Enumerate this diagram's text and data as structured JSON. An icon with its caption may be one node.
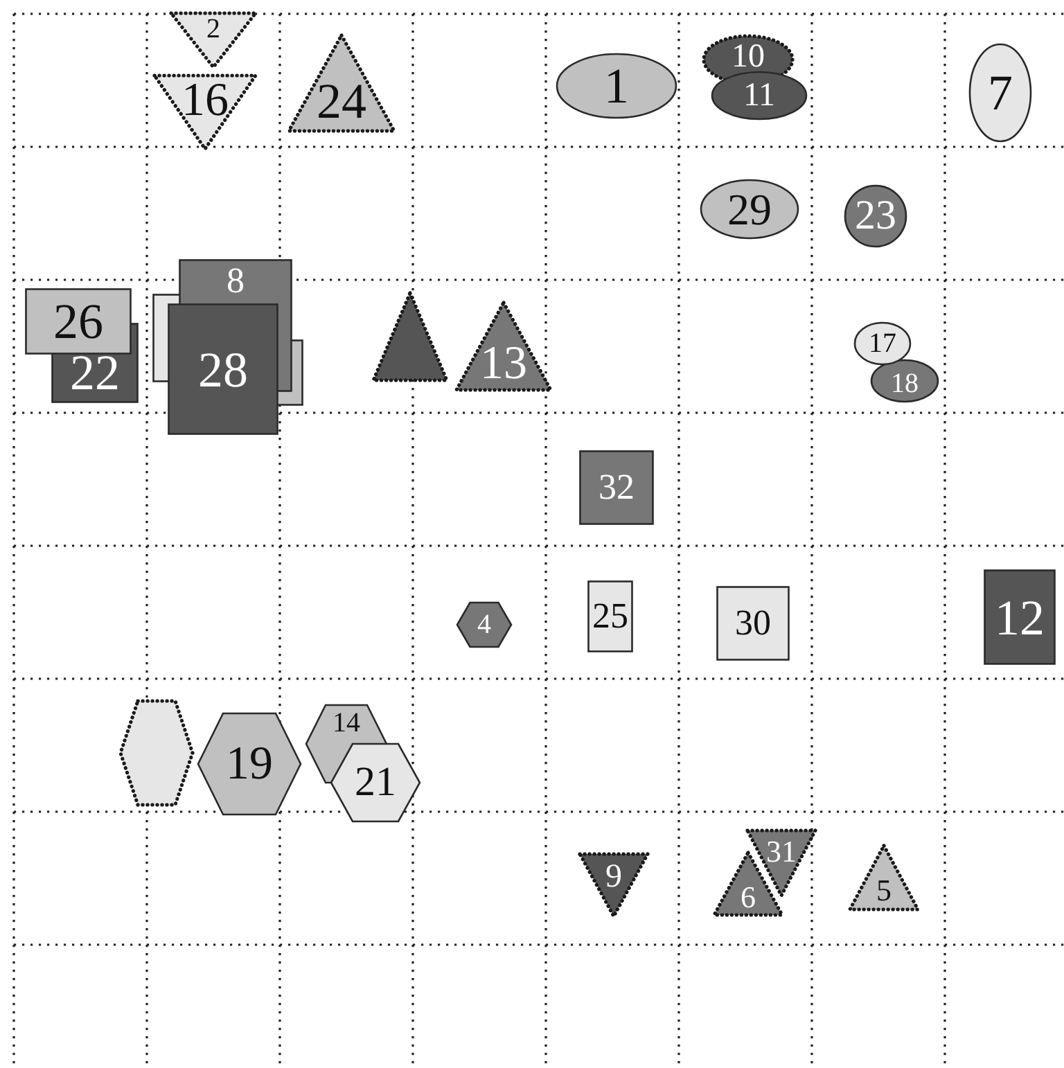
{
  "diagram": {
    "nodes": [
      {
        "text": [
          "2"
        ]
      },
      {
        "text": [
          "16"
        ]
      },
      {
        "text": [
          "24"
        ]
      },
      {
        "text": [
          "1"
        ]
      },
      {
        "text": [
          "10"
        ]
      },
      {
        "text": [
          "11"
        ]
      },
      {
        "text": [
          "7"
        ]
      },
      {
        "text": [
          "29"
        ]
      },
      {
        "text": [
          "23"
        ]
      },
      {
        "text": [
          "26"
        ]
      },
      {
        "text": [
          "22"
        ]
      },
      {
        "text": [],
        "shape": "box"
      },
      {
        "text": [
          "8"
        ]
      },
      {
        "text": [
          "28"
        ]
      },
      {
        "text": [],
        "shape": "box"
      },
      {
        "text": [],
        "shape": "triangle"
      },
      {
        "text": [
          "13"
        ]
      },
      {
        "text": [
          "17"
        ]
      },
      {
        "text": [
          "18"
        ]
      },
      {
        "text": [
          "32"
        ]
      },
      {
        "text": [
          "4"
        ]
      },
      {
        "text": [
          "25"
        ]
      },
      {
        "text": [
          "30"
        ]
      },
      {
        "text": [
          "12"
        ]
      },
      {
        "text": [],
        "shape": "hexagon"
      },
      {
        "text": [
          "19"
        ]
      },
      {
        "text": [
          "14"
        ]
      },
      {
        "text": [
          "21"
        ]
      },
      {
        "text": [
          "9"
        ]
      },
      {
        "text": [
          "6"
        ]
      },
      {
        "text": [
          "31"
        ]
      },
      {
        "text": [
          "5"
        ]
      }
    ]
  }
}
